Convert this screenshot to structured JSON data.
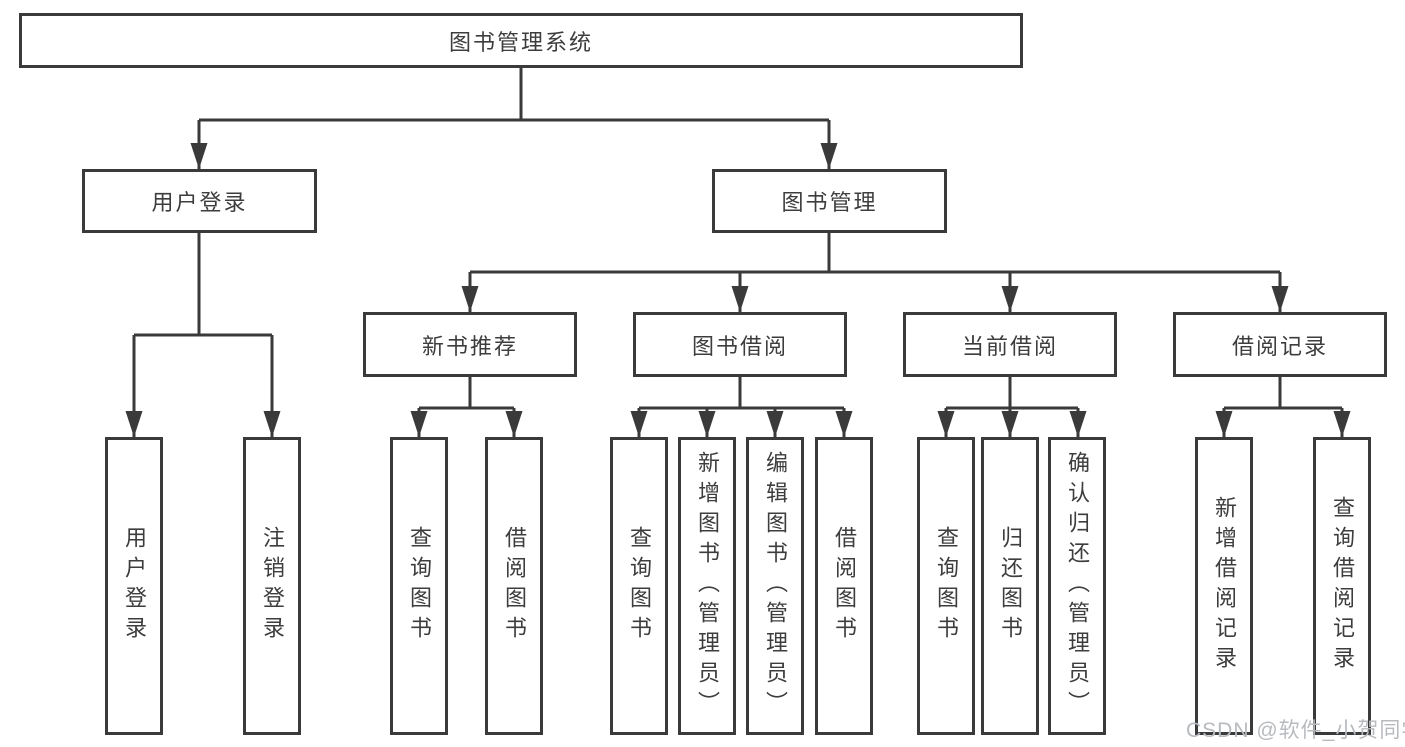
{
  "colors": {
    "line": "#3a3a3a",
    "text": "#3d3d3d",
    "background": "#ffffff",
    "watermark": "#b7bbbf"
  },
  "nodes": {
    "root": "图书管理系统",
    "l2": [
      "用户登录",
      "图书管理"
    ],
    "l3": [
      "新书推荐",
      "图书借阅",
      "当前借阅",
      "借阅记录"
    ],
    "g1": [
      "用户登录",
      "注销登录"
    ],
    "g2": [
      "查询图书",
      "借阅图书"
    ],
    "g3": [
      "查询图书",
      "新增图书（管理员）",
      "编辑图书（管理员）",
      "借阅图书"
    ],
    "g4": [
      "查询图书",
      "归还图书",
      "确认归还（管理员）"
    ],
    "g5": [
      "新增借阅记录",
      "查询借阅记录"
    ]
  },
  "watermark": "CSDN @软件_小贺同学"
}
